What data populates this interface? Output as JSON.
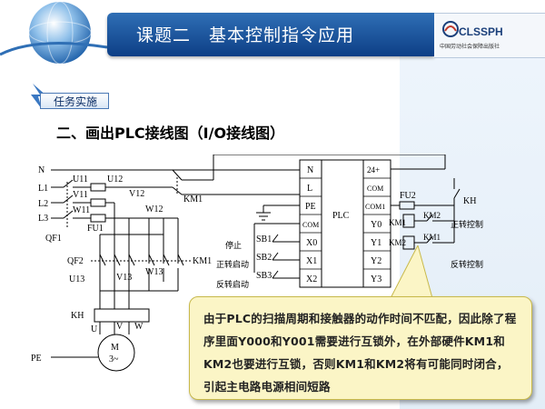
{
  "header": {
    "title": "课题二　基本控制指令应用",
    "logo_text": "CLSSPH",
    "logo_sub": "中国劳动社会保障出版社"
  },
  "task_tag": "任务实施",
  "heading": "二、画出PLC接线图（I/O接线图）",
  "diagram": {
    "power_labels": [
      "N",
      "L1",
      "L2",
      "L3"
    ],
    "components": [
      "U11",
      "U12",
      "V11",
      "V12",
      "W11",
      "W12",
      "FU1",
      "QF1",
      "QF2",
      "KM1",
      "KM2",
      "U13",
      "V13",
      "W13",
      "KH",
      "U",
      "V",
      "W",
      "M",
      "3~",
      "PE"
    ],
    "plc": {
      "name": "PLC",
      "left_terminals": [
        "N",
        "L",
        "PE",
        "COM",
        "X0",
        "X1",
        "X2"
      ],
      "right_terminals": [
        "24+",
        "COM",
        "COM1",
        "Y0",
        "Y1",
        "Y2",
        "Y3"
      ]
    },
    "switches": [
      "SB1",
      "SB2",
      "SB3"
    ],
    "switch_labels": [
      "停止",
      "正转启动",
      "反转启动"
    ],
    "output_parts": {
      "fuse": "FU2",
      "kh": "KH",
      "coil1": "KM1",
      "coil2": "KM2",
      "interlock1": "KM2",
      "interlock2": "KM1",
      "label_fwd": "正转控制",
      "label_rev": "反转控制"
    }
  },
  "callout": {
    "text": "由于PLC的扫描周期和接触器的动作时间不匹配，因此除了程序里面Y000和Y001需要进行互锁外，在外部硬件KM1和KM2也要进行互锁，否则KM1和KM2将有可能同时闭合，引起主电路电源相间短路"
  },
  "colors": {
    "title_bar": "#0d3f86",
    "callout_bg": "#fbf5c6",
    "line": "#000000"
  }
}
